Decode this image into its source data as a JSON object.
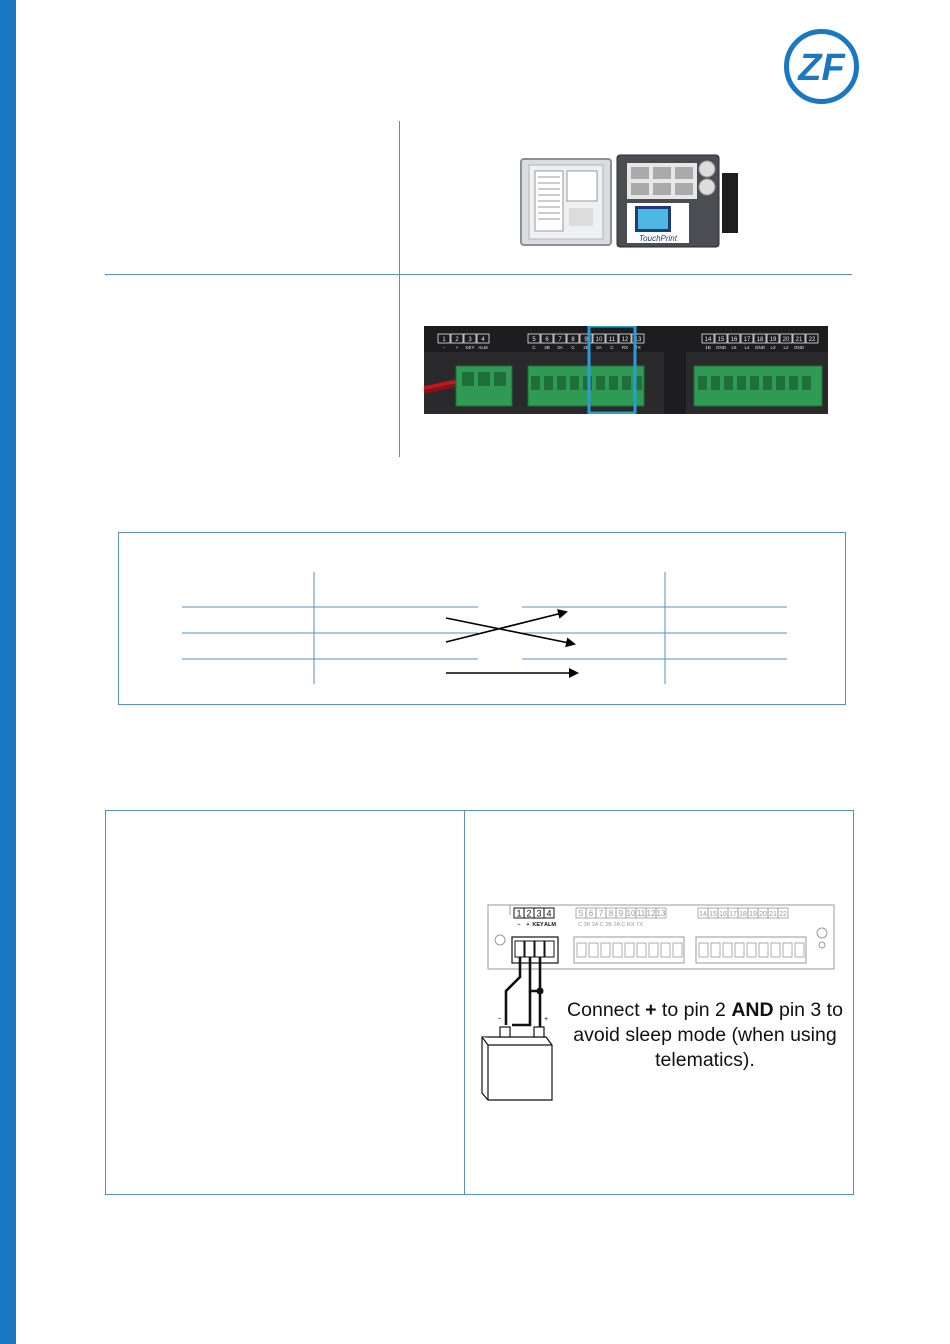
{
  "logo": {
    "text": "ZF",
    "color": "#1a78c2"
  },
  "accent_color": "#1a78c2",
  "line_color": "#5b8fc4",
  "photo_touchprint": {
    "device_brand": "TouchPrint"
  },
  "photo_terminals": {
    "pin_numbers_left": [
      "1",
      "2",
      "3",
      "4"
    ],
    "pin_labels_left": [
      "−",
      "+",
      "KEY",
      "ALM"
    ],
    "pin_numbers_mid": [
      "5",
      "6",
      "7",
      "8",
      "9",
      "10",
      "11",
      "12",
      "13"
    ],
    "pin_labels_mid": [
      "C",
      "3B",
      "3A",
      "C",
      "2B",
      "2A",
      "C",
      "RX",
      "TX"
    ],
    "pin_numbers_right": [
      "14",
      "15",
      "16",
      "17",
      "18",
      "19",
      "20",
      "21",
      "22"
    ],
    "pin_labels_right": [
      "1B",
      "GND",
      "L5",
      "L4",
      "GND",
      "L3",
      "L2",
      "GND",
      ""
    ],
    "highlight_color": "#2f9bd6"
  },
  "wiring_diagram": {
    "pin_numbers_left": [
      "1",
      "2",
      "3",
      "4"
    ],
    "pin_labels_left": [
      "−",
      "+",
      "KEY",
      "ALM"
    ],
    "pin_numbers_mid": [
      "5",
      "6",
      "7",
      "8",
      "9",
      "10",
      "11",
      "12",
      "13"
    ],
    "pin_labels_mid": "C 3B 3A C 2B 2A C RX TX",
    "pin_numbers_right": [
      "14",
      "15",
      "16",
      "17",
      "18",
      "19",
      "20",
      "21",
      "22"
    ],
    "battery_minus": "-",
    "battery_plus": "+"
  },
  "note": {
    "part1": "Connect ",
    "plus_symbol": "+",
    "part2": " to pin 2 ",
    "and_word": "AND",
    "part3": " pin 3 to avoid sleep mode (when using telematics)."
  }
}
